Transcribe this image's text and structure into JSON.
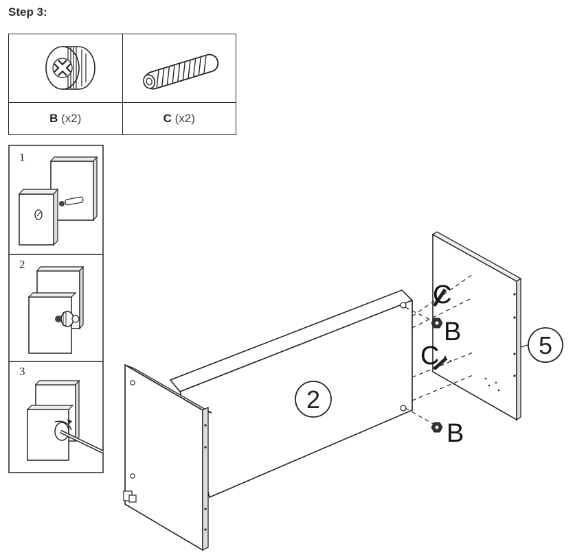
{
  "header": {
    "title": "Step 3:"
  },
  "parts": [
    {
      "letter": "B",
      "qty": "(x2)",
      "icon": "cam-lock-nut-icon"
    },
    {
      "letter": "C",
      "qty": "(x2)",
      "icon": "wooden-dowel-icon"
    }
  ],
  "inset_steps": [
    "1",
    "2",
    "3"
  ],
  "diagram": {
    "panel_2_label": "2",
    "panel_5_label": "5",
    "callout_c_top": "C",
    "callout_b_top": "B",
    "callout_c_bottom": "C",
    "callout_b_bottom": "B"
  }
}
